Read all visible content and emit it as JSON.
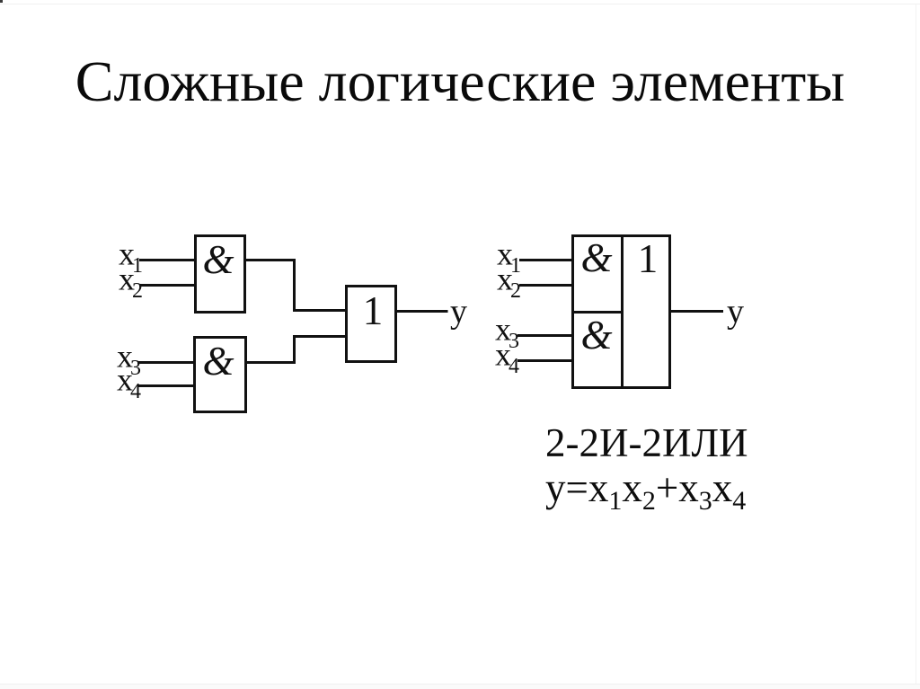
{
  "title": "Сложные логические элементы",
  "colors": {
    "ink": "#111111",
    "background": "#ffffff"
  },
  "left_diagram": {
    "and1": {
      "label": "&",
      "inputs": [
        {
          "base": "x",
          "sub": "1"
        },
        {
          "base": "x",
          "sub": "2"
        }
      ]
    },
    "and2": {
      "label": "&",
      "inputs": [
        {
          "base": "x",
          "sub": "3"
        },
        {
          "base": "x",
          "sub": "4"
        }
      ]
    },
    "or": {
      "label": "1"
    },
    "output": {
      "base": "y"
    }
  },
  "right_diagram": {
    "and_top_label": "&",
    "and_bottom_label": "&",
    "or_label": "1",
    "inputs": [
      {
        "base": "x",
        "sub": "1"
      },
      {
        "base": "x",
        "sub": "2"
      },
      {
        "base": "x",
        "sub": "3"
      },
      {
        "base": "x",
        "sub": "4"
      }
    ],
    "output": {
      "base": "y"
    }
  },
  "caption": {
    "name": "2-2И-2ИЛИ",
    "formula": {
      "p1": "y=x",
      "s1": "1",
      "p2": "x",
      "s2": "2",
      "p3": "+x",
      "s3": "3",
      "p4": "x",
      "s4": "4"
    }
  }
}
